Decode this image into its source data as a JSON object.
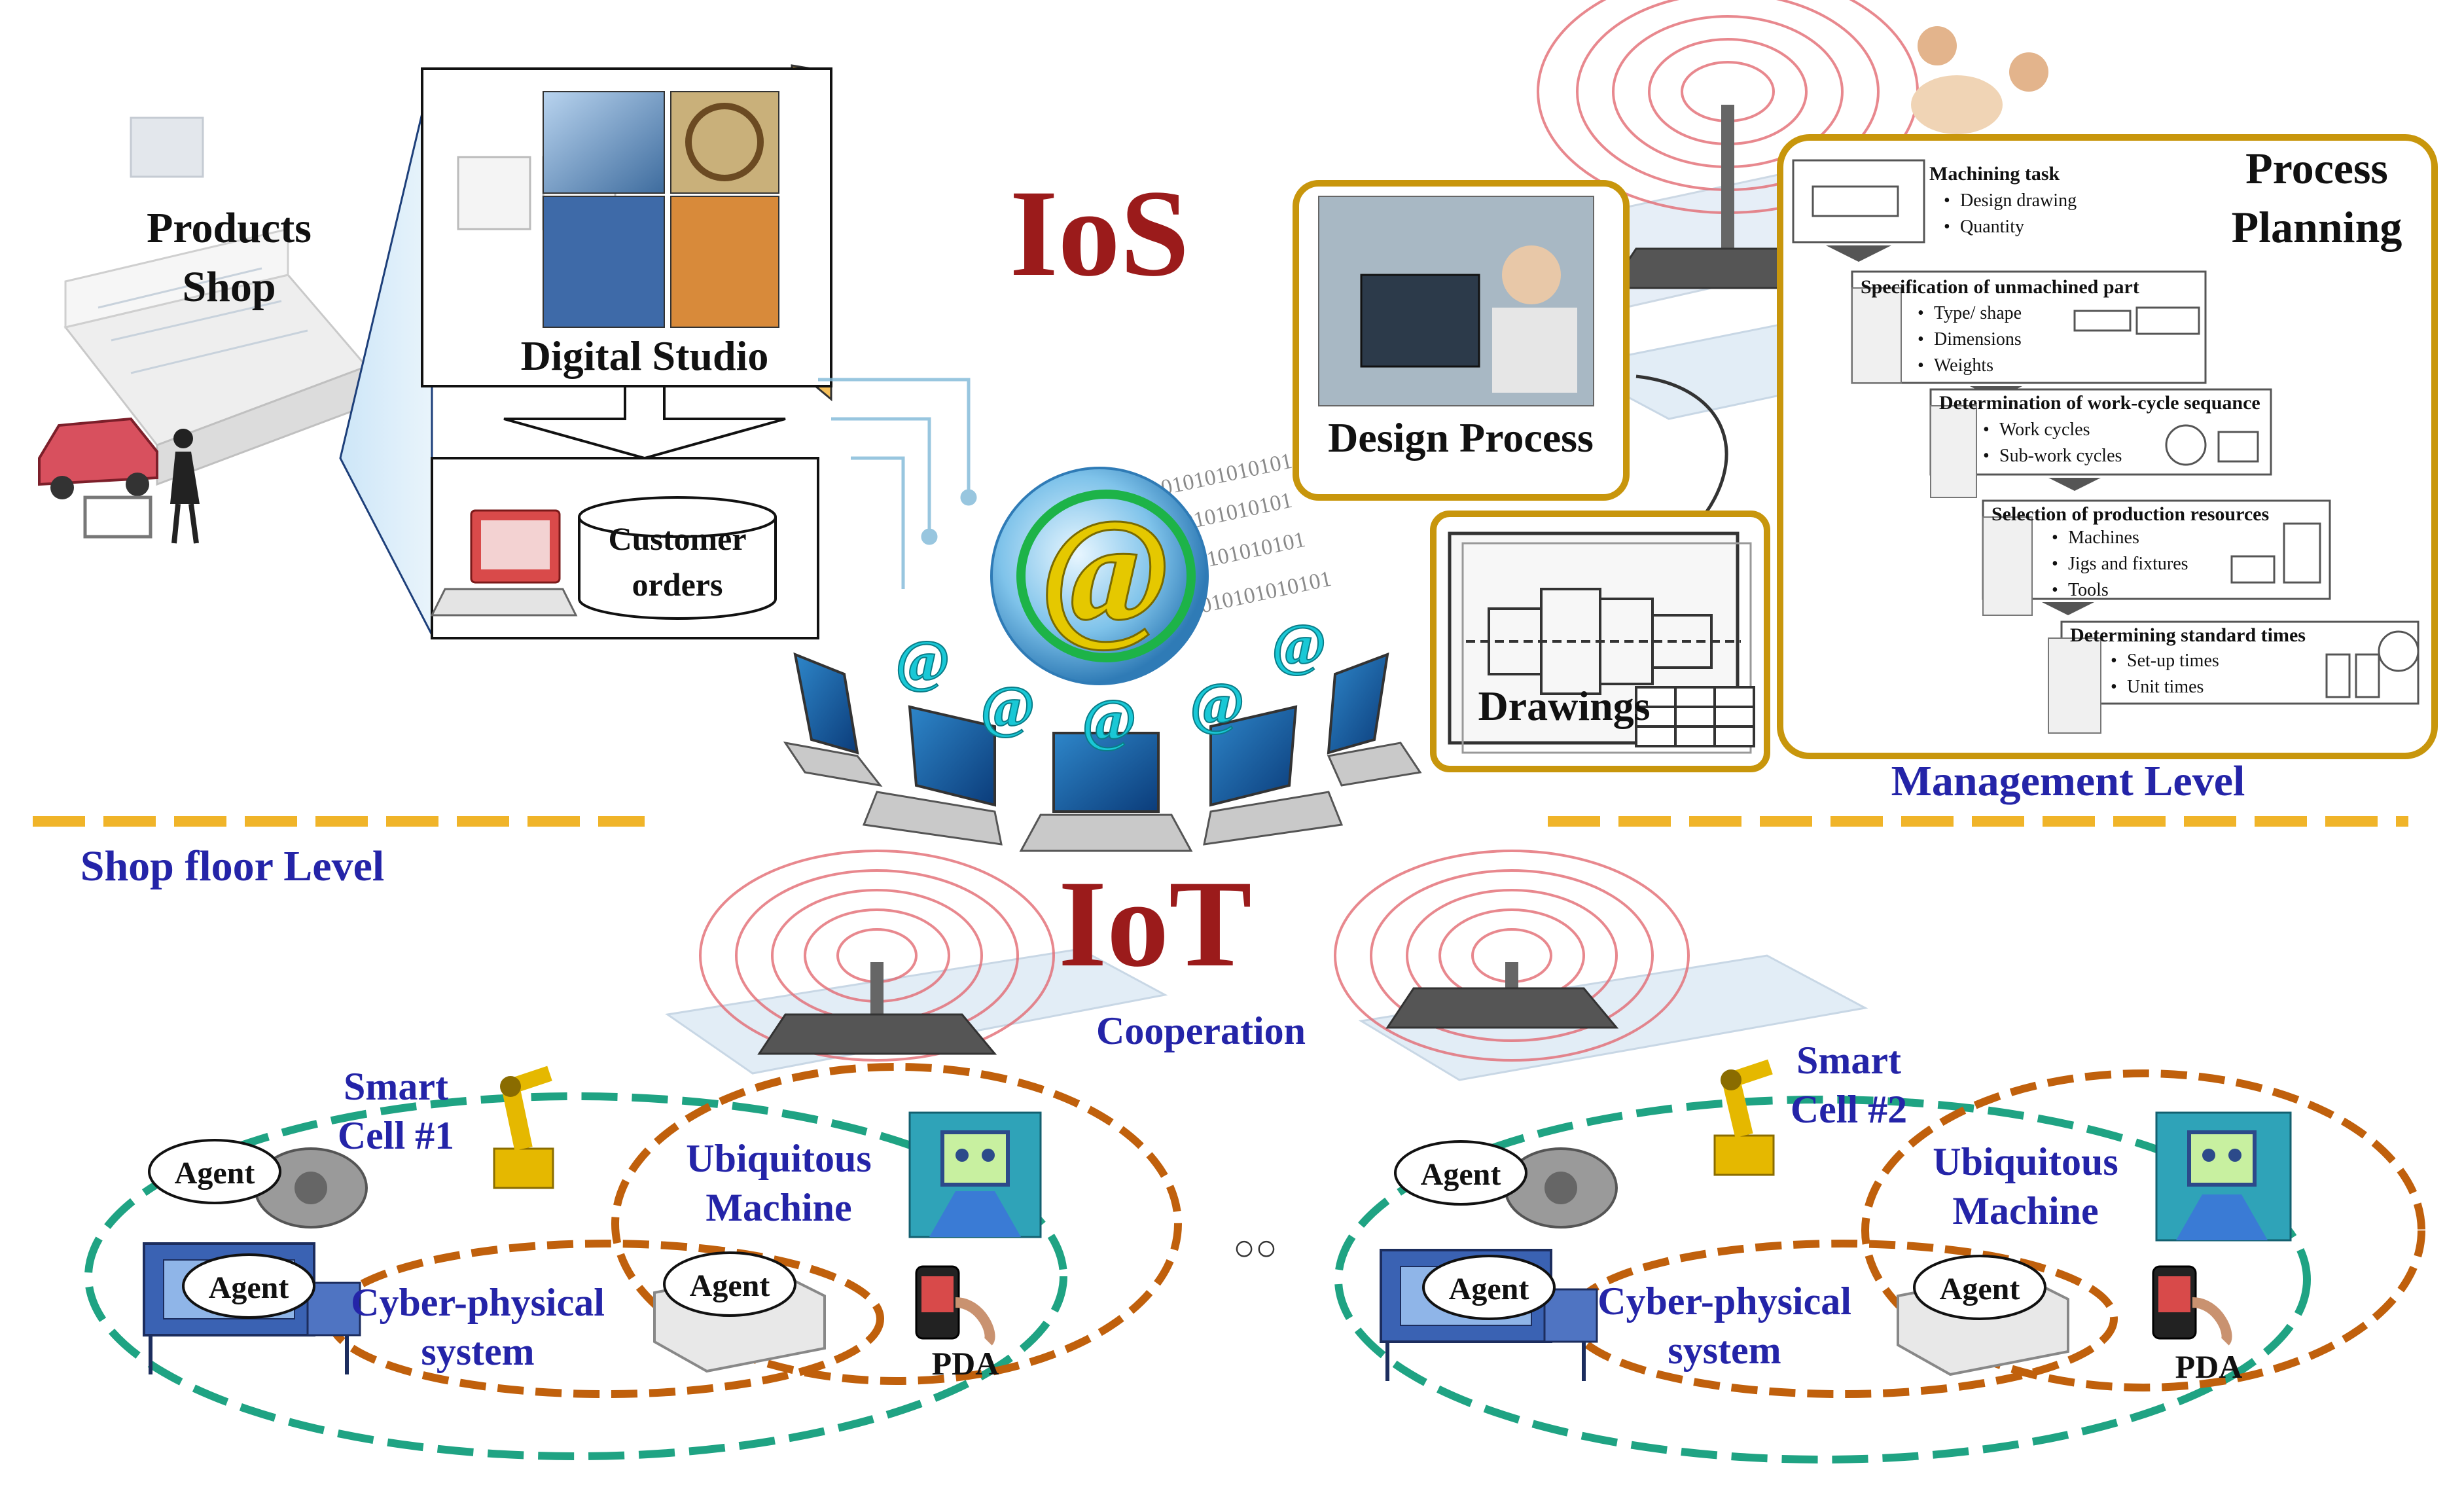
{
  "titles": {
    "ios": "IoS",
    "iot": "IoT"
  },
  "levels": {
    "management": "Management Level",
    "shop_floor": "Shop floor Level"
  },
  "products_shop": {
    "line1": "Products",
    "line2": "Shop"
  },
  "digital_studio": "Digital Studio",
  "customer_orders": {
    "line1": "Customer",
    "line2": "orders"
  },
  "design_process": "Design Process",
  "drawings": "Drawings",
  "process_planning": {
    "title_line1": "Process",
    "title_line2": "Planning",
    "steps": [
      {
        "title": "Machining task",
        "items": [
          "Design drawing",
          "Quantity"
        ]
      },
      {
        "title": "Specification of unmachined part",
        "items": [
          "Type/ shape",
          "Dimensions",
          "Weights"
        ]
      },
      {
        "title": "Determination of work-cycle sequance",
        "items": [
          "Work cycles",
          "Sub-work cycles"
        ]
      },
      {
        "title": "Selection of production resources",
        "items": [
          "Machines",
          "Jigs and fixtures",
          "Tools"
        ]
      },
      {
        "title": "Determining standard times",
        "items": [
          "Set-up times",
          "Unit times"
        ]
      }
    ]
  },
  "network": {
    "at_symbol": "@",
    "binary": "1010101010101"
  },
  "cooperation": "Cooperation",
  "cells": [
    {
      "smart_line1": "Smart",
      "smart_line2": "Cell #1",
      "agent": "Agent",
      "ubiquitous_line1": "Ubiquitous",
      "ubiquitous_line2": "Machine",
      "cps_line1": "Cyber-physical",
      "cps_line2": "system",
      "pda": "PDA"
    },
    {
      "smart_line1": "Smart",
      "smart_line2": "Cell #2",
      "agent": "Agent",
      "ubiquitous_line1": "Ubiquitous",
      "ubiquitous_line2": "Machine",
      "cps_line1": "Cyber-physical",
      "cps_line2": "system",
      "pda": "PDA"
    }
  ],
  "ellipsis": "○○",
  "colors": {
    "title_red": "#9b1b1b",
    "label_blue": "#2424a8",
    "gold_border": "#c8960c",
    "green_dash": "#1fa383",
    "orange_dash": "#c0600c",
    "divider": "#f0b429",
    "at_cyan": "#19c8d6"
  }
}
